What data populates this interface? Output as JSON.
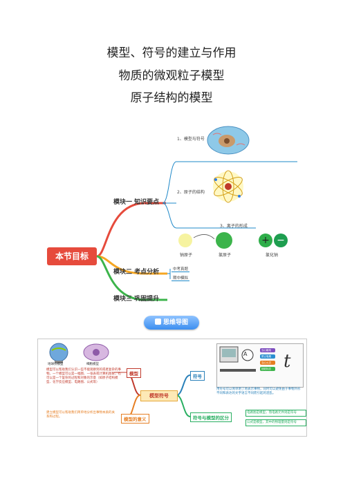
{
  "titles": {
    "line1": "模型、符号的建立与作用",
    "line2": "物质的微观粒子模型",
    "line3": "原子结构的模型"
  },
  "map1": {
    "root": "本节目标",
    "branches": [
      "模块一 知识要点",
      "模块二 考点分析",
      "模块三 巩固提升"
    ],
    "leaves": [
      "1、模型与符号",
      "2、原子的结构",
      "3、离子的形成"
    ],
    "exam_items": [
      "中考真题",
      "期中模拟"
    ],
    "ion_labels": [
      "钠原子",
      "氯原子",
      "氯化钠"
    ]
  },
  "button": {
    "label": "思维导图"
  },
  "map2": {
    "center": "模型符号",
    "left_nodes": [
      "模型",
      "模型的意义"
    ],
    "right_nodes": [
      "符号",
      "符号与模型的区分"
    ],
    "model_labels": [
      "地球仪模型",
      "细胞模型"
    ],
    "model_text": "模型可以帮助我们认识一些不能观察到的或者复杂的事物。一个模型可以是一幅图、一张表或计算机图象，也可以是一个复杂的过程和对象的示意（如原子结构模型、化学反应模型、电路图、公式等）",
    "meaning_text": "建立模型可以帮助我们简单地分析出事物本质的关系和过程。",
    "symbol_text": "用符号可以简单明了地表示事物，同时可以避免由于事物外形不同和表达的文字语言不同而引起的混乱。",
    "distinguish": [
      "电路图是模型，而电路元件则是符号",
      "公式是模型，其中的物理量则是符号"
    ],
    "symbol_chips": [
      "当心触电",
      "禁止吸烟",
      "当心火灾",
      "回收标志"
    ],
    "symbols": [
      "A",
      "t"
    ]
  }
}
